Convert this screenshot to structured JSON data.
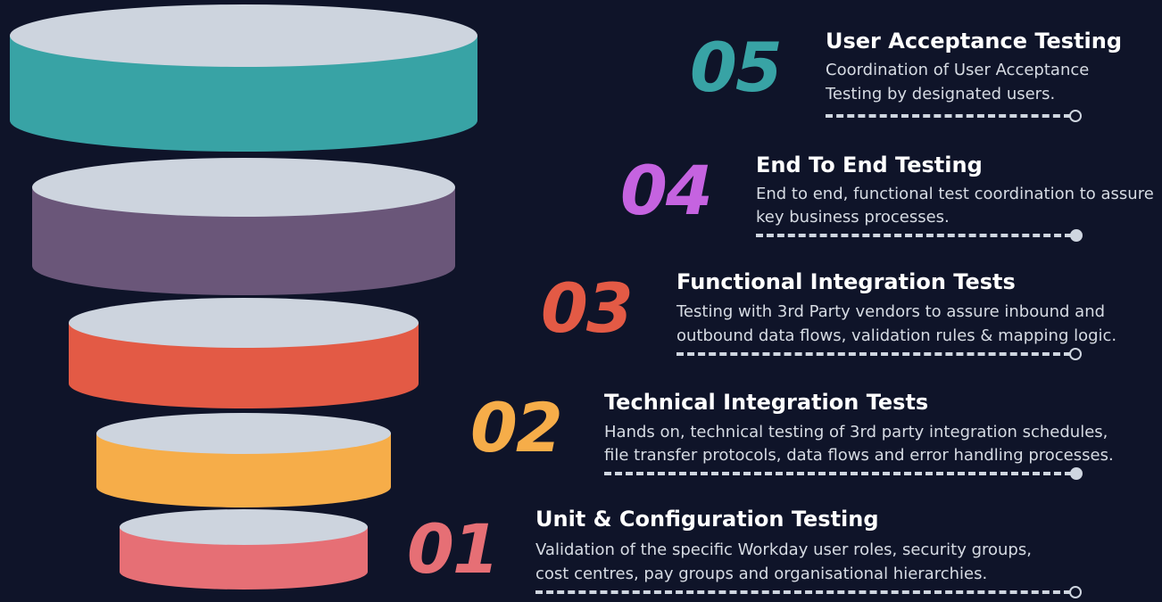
{
  "stages": [
    {
      "number": "05",
      "title": "User Acceptance Testing",
      "desc_line1": "Coordination of User Acceptance",
      "desc_line2": "Testing by designated users.",
      "color": "#38a3a5",
      "connector_dot": "hollow"
    },
    {
      "number": "04",
      "title": "End To End Testing",
      "desc_line1": "End to end, functional test coordination to assure",
      "desc_line2": "key business processes.",
      "color": "#c563e0",
      "disc_color": "#6a5679",
      "connector_dot": "filled"
    },
    {
      "number": "03",
      "title": "Functional Integration Tests",
      "desc_line1": "Testing with 3rd Party vendors to assure inbound and",
      "desc_line2": "outbound data flows, validation rules & mapping logic.",
      "color": "#e35a45",
      "connector_dot": "hollow"
    },
    {
      "number": "02",
      "title": "Technical Integration Tests",
      "desc_line1": "Hands on, technical testing of 3rd party integration schedules,",
      "desc_line2": "file transfer protocols, data flows and error handling processes.",
      "color": "#f6ad49",
      "connector_dot": "filled"
    },
    {
      "number": "01",
      "title": "Unit & Configuration Testing",
      "desc_line1": "Validation of the specific Workday user roles, security groups,",
      "desc_line2": "cost centres, pay groups and organisational hierarchies.",
      "color": "#e66f75",
      "connector_dot": "hollow"
    }
  ],
  "disc_top_color": "#cdd4de",
  "background": "#0f1429"
}
